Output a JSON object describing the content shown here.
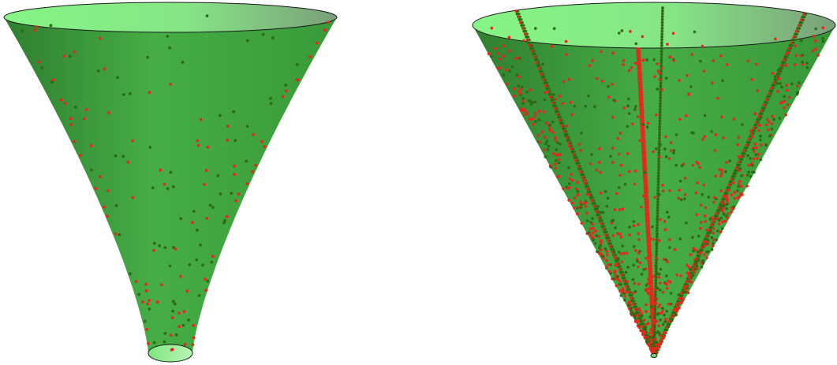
{
  "figure": {
    "panels": [
      {
        "id": "left",
        "shape": "funnel",
        "pointColor": "#e8261c",
        "fill": "#3fa13f",
        "rimFill": "#86f286",
        "pointCount": 160,
        "seed": 7
      },
      {
        "id": "right",
        "shape": "cone",
        "pointColor": "#e8261c",
        "fill": "#3fa13f",
        "rimFill": "#86f286",
        "pointCount": 900,
        "seed": 13,
        "curveCount": 4
      }
    ],
    "colors": {
      "outline": "#1a1a1a",
      "surfaceLight": "#4fb84f",
      "surfaceDark": "#2f7f2f",
      "rimLight": "#8af58a",
      "rimDark": "#7aa67a",
      "point": "#e8261c",
      "pointDark": "#2e6a12"
    }
  }
}
